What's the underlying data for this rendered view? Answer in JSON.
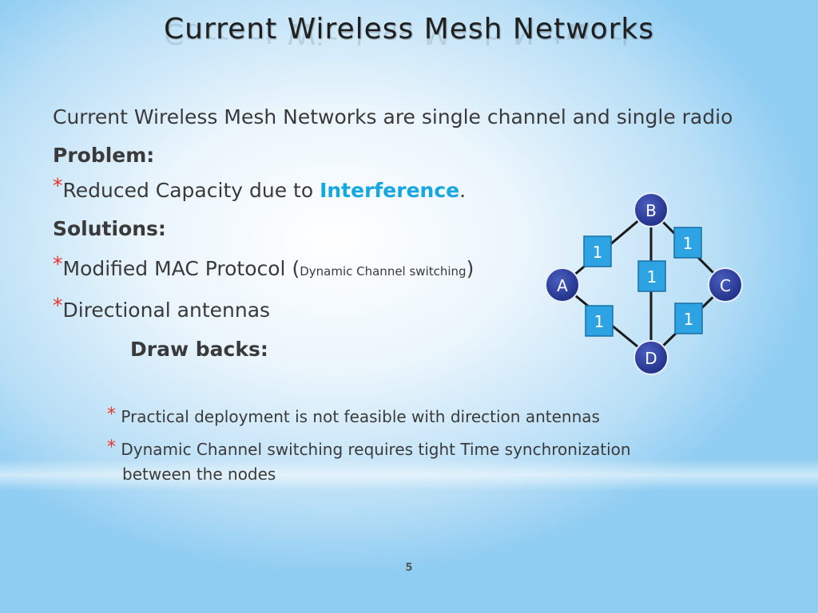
{
  "slide": {
    "title": "Current Wireless Mesh Networks",
    "intro": "Current Wireless Mesh Networks are single channel and single radio",
    "problem_heading": "Problem:",
    "problem_prefix": "Reduced Capacity due to ",
    "problem_highlight": "Interference",
    "problem_suffix": ".",
    "solutions_heading": "Solutions:",
    "solution1_prefix": "Modified MAC Protocol (",
    "solution1_small": "Dynamic Channel switching",
    "solution1_suffix": ")",
    "solution2": "Directional antennas",
    "drawbacks_heading": "Draw backs:",
    "drawback1": "Practical deployment is not feasible with direction antennas",
    "drawback2_line1": "Dynamic Channel switching requires tight Time synchronization",
    "drawback2_line2": "between the nodes",
    "bullet": "*",
    "page_number": "5"
  },
  "diagram": {
    "nodes": [
      "A",
      "B",
      "C",
      "D"
    ],
    "edge_labels": [
      "1",
      "1",
      "1",
      "1",
      "1"
    ],
    "colors": {
      "node": "#2b3e9c",
      "edge_box": "#2ea3e4",
      "accent": "#14a7e0",
      "bullet": "#e8342c"
    }
  }
}
